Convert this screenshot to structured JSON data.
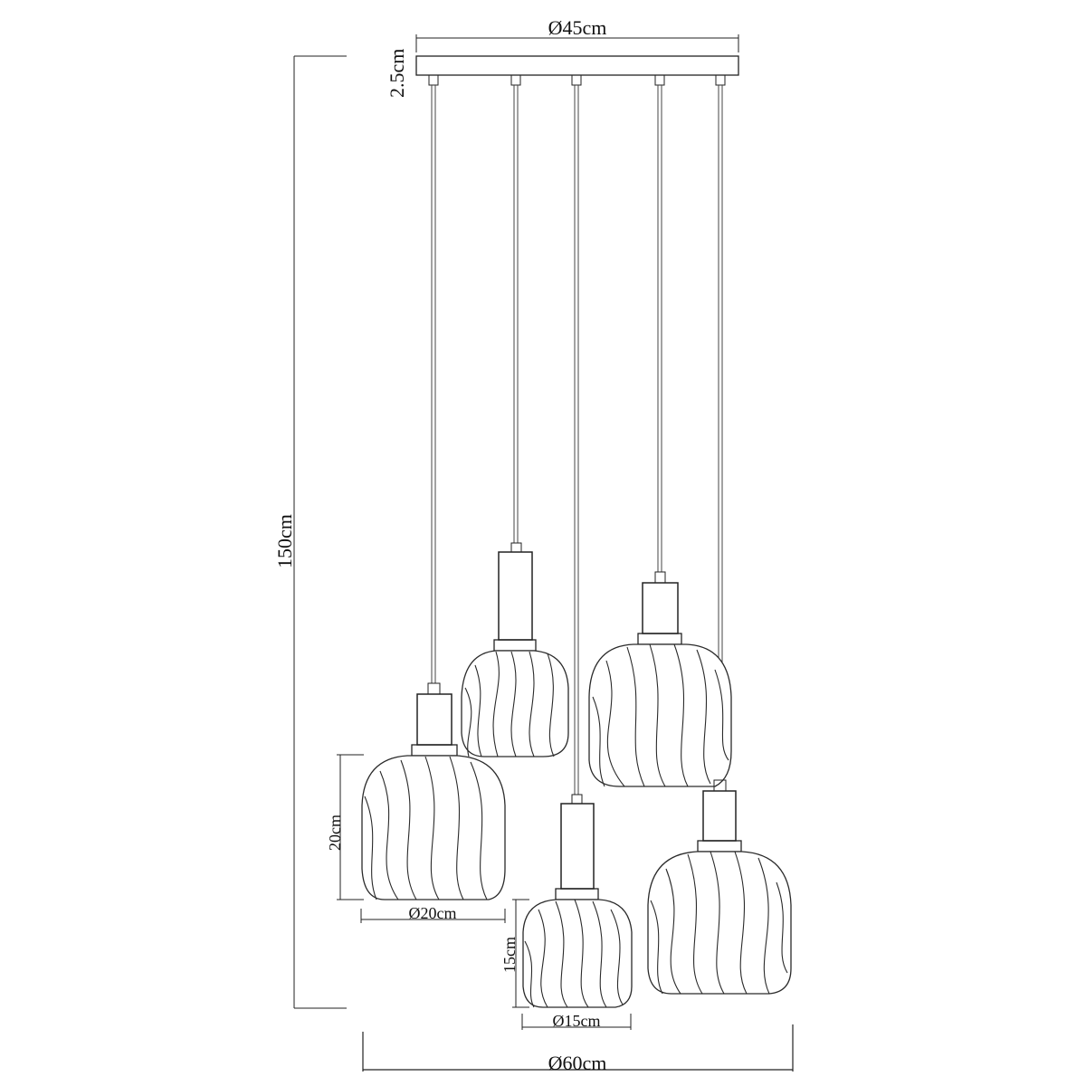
{
  "diagram": {
    "type": "technical-drawing",
    "subject": "5-light pendant lamp with wavy-ribbed glass shades",
    "colors": {
      "line": "#222222",
      "background": "#ffffff"
    },
    "dimensions": {
      "canopy_diameter": "Ø45cm",
      "canopy_height": "2.5cm",
      "overall_height": "150cm",
      "large_shade_height": "20cm",
      "large_shade_diameter": "Ø20cm",
      "small_shade_height": "15cm",
      "small_shade_diameter": "Ø15cm",
      "overall_diameter": "Ø60cm"
    },
    "pendants": [
      {
        "id": "pendant-1",
        "size": "large",
        "position": "left-low"
      },
      {
        "id": "pendant-2",
        "size": "small",
        "position": "center-left-high"
      },
      {
        "id": "pendant-3",
        "size": "small",
        "position": "center-lowest"
      },
      {
        "id": "pendant-4",
        "size": "large",
        "position": "right-high"
      },
      {
        "id": "pendant-5",
        "size": "large",
        "position": "right-low"
      }
    ]
  }
}
